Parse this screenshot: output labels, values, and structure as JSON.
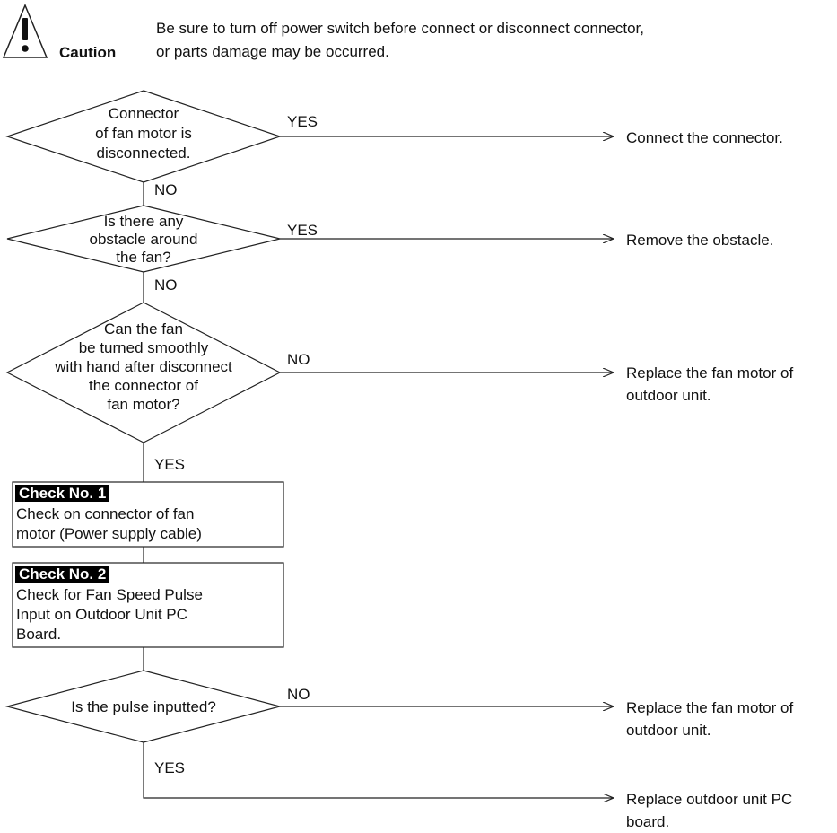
{
  "caution": {
    "icon": "warning-triangle-icon",
    "label": "Caution",
    "lines": [
      "Be sure to turn off power switch before connect or disconnect connector,",
      "or parts damage may be occurred."
    ]
  },
  "decisions": [
    {
      "lines": [
        "Connector",
        "of fan motor is",
        "disconnected."
      ],
      "branch_label": "YES",
      "down_label": "NO",
      "result": [
        "Connect the connector."
      ]
    },
    {
      "lines": [
        "Is there any",
        "obstacle around",
        "the fan?"
      ],
      "branch_label": "YES",
      "down_label": "NO",
      "result": [
        "Remove the obstacle."
      ]
    },
    {
      "lines": [
        "Can the fan",
        "be turned smoothly",
        "with hand after disconnect",
        "the connector of",
        "fan motor?"
      ],
      "branch_label": "NO",
      "down_label": "YES",
      "result": [
        "Replace the fan motor of",
        "outdoor unit."
      ]
    },
    {
      "lines": [
        "Is the pulse inputted?"
      ],
      "branch_label": "NO",
      "down_label": "YES",
      "result": [
        "Replace the fan motor of",
        "outdoor unit."
      ]
    }
  ],
  "checks": [
    {
      "tag": "Check No. 1",
      "lines": [
        "Check on connector of fan",
        "motor (Power supply cable)"
      ]
    },
    {
      "tag": "Check No. 2",
      "lines": [
        "Check for Fan Speed Pulse",
        "Input on Outdoor Unit PC",
        "Board."
      ]
    }
  ],
  "final_result": [
    "Replace outdoor unit PC",
    "board."
  ],
  "colors": {
    "line": "#222222",
    "tag_bg": "#000000",
    "tag_text": "#ffffff"
  }
}
